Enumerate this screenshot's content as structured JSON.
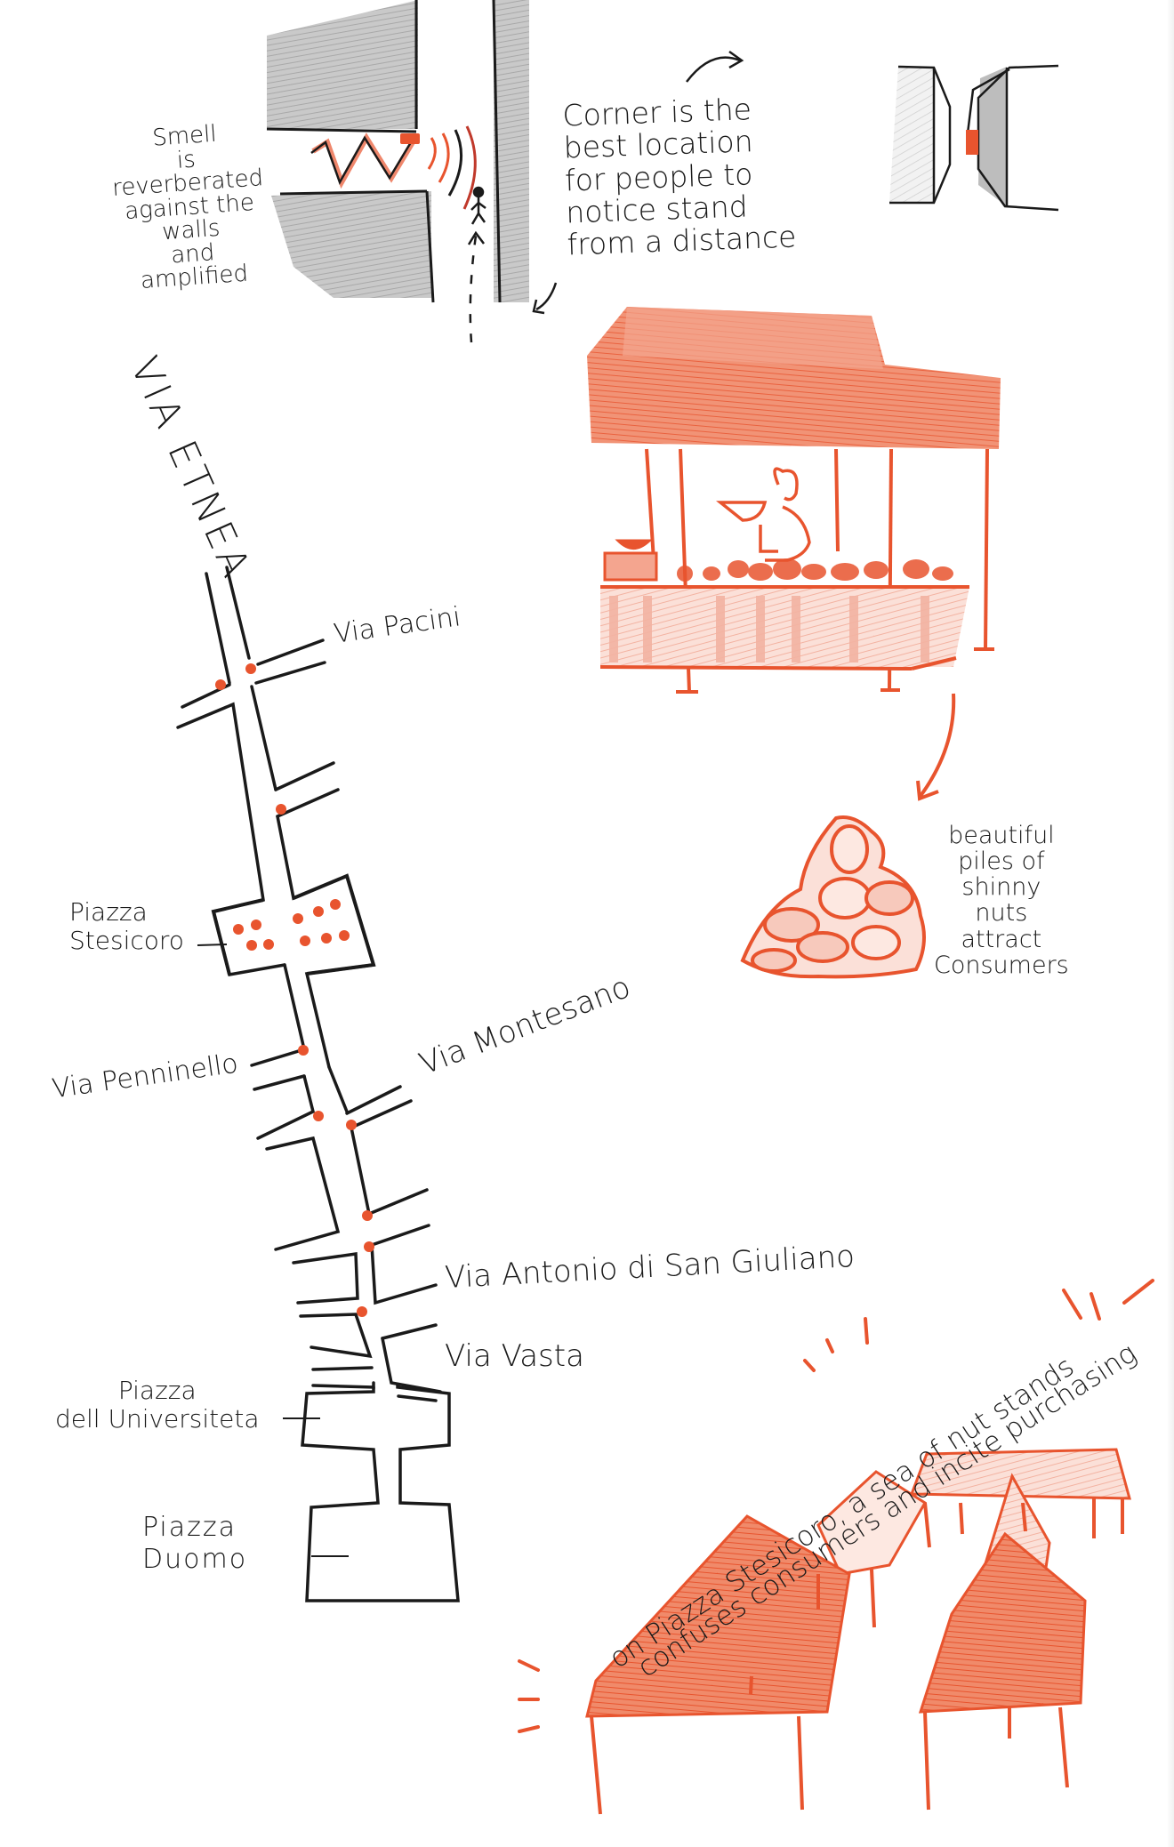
{
  "colors": {
    "ink": "#1a1a1a",
    "accent_red": "#e8542e",
    "pencil_red_light": "#f3b3a2",
    "pencil_gray": "#bdbdbd",
    "paper": "#ffffff"
  },
  "top_left_sketch": {
    "annotation": "Smell\nis\nreverberated\nagainst the\nwalls\nand\namplified",
    "elements": [
      "building-walls",
      "smell-zigzag-line",
      "stand-marker",
      "smell-waves",
      "walking-person",
      "dashed-path-arrow"
    ]
  },
  "top_right_sketch": {
    "annotation": "Corner is the\nbest location\nfor people to\nnotice stand\nfrom a distance",
    "elements": [
      "curved-arrow-right",
      "curved-arrow-down-left",
      "corner-plan-drawing",
      "stand-marker"
    ]
  },
  "stand_illustration": {
    "elements": [
      "canopy",
      "vendor-figure",
      "counter",
      "nut-display",
      "scale",
      "poles"
    ]
  },
  "nut_pile": {
    "annotation": "beautiful\npiles of\nshinny\nnuts\nattract\nConsumers"
  },
  "map": {
    "title": "VIA ETNEA",
    "labels": [
      {
        "id": "via-pacini",
        "text": "Via Pacini"
      },
      {
        "id": "piazza-stesicoro",
        "text": "Piazza\nStesicoro"
      },
      {
        "id": "via-penninello",
        "text": "Via Penninello"
      },
      {
        "id": "via-montesano",
        "text": "Via Montesano"
      },
      {
        "id": "via-antonio-di-san-giuliano",
        "text": "Via Antonio di San Giuliano"
      },
      {
        "id": "via-vasta",
        "text": "Via Vasta"
      },
      {
        "id": "piazza-universita",
        "text": "Piazza\ndell Universiteta"
      },
      {
        "id": "piazza-duomo",
        "text": "Piazza\nDuomo"
      }
    ],
    "stand_markers_count": 19
  },
  "bottom_sketch": {
    "annotation_line1": "on Piazza Stesicoro, a sea of nut stands",
    "annotation_line2": "confuses consumers and incite purchasing",
    "elements": [
      "stand-canopies",
      "emphasis-marks"
    ]
  }
}
